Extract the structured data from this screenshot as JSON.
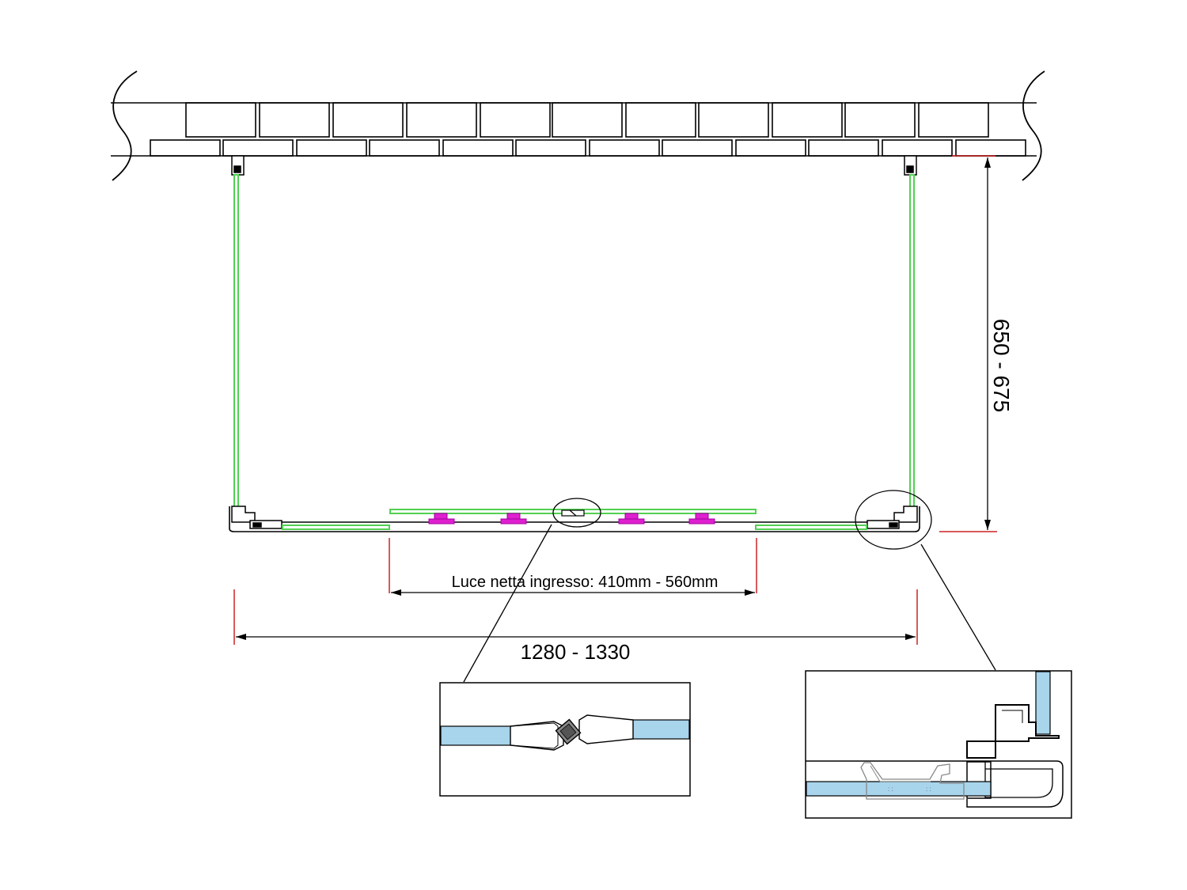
{
  "dimensions": {
    "width_label": "1280 - 1330",
    "depth_label": "650 - 675",
    "opening_label": "Luce netta ingresso: 410mm - 560mm"
  },
  "colors": {
    "glass": "#52d052",
    "roller": "#e020d0",
    "dimension_tick": "#cc2222",
    "detail_glass": "#a8d4ec",
    "line": "#000000"
  },
  "details": [
    {
      "name": "magnetic-seal-detail"
    },
    {
      "name": "corner-profile-detail"
    }
  ]
}
